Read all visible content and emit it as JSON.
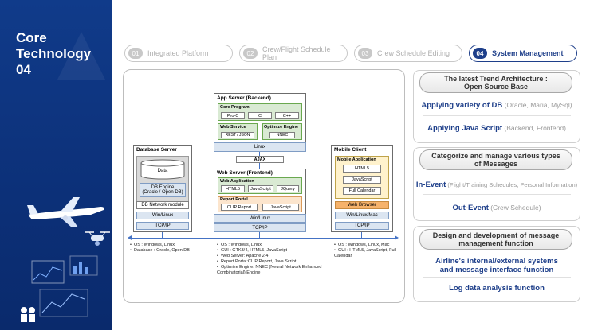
{
  "left": {
    "title": "Core\nTechnology 04"
  },
  "tabs": [
    {
      "num": "01",
      "label": "Integrated Platform",
      "active": false
    },
    {
      "num": "02",
      "label": "Crew/Flight Schedule Plan",
      "active": false
    },
    {
      "num": "03",
      "label": "Crew Schedule Editing",
      "active": false
    },
    {
      "num": "04",
      "label": "System Management",
      "active": true
    }
  ],
  "diagram": {
    "app_server": {
      "title": "App Server (Backend)",
      "core_program": "Core Program",
      "core_items": [
        "Pro-C",
        "C",
        "C++"
      ],
      "web_service": "Web Service",
      "web_service_item": "REST / JSON",
      "optimize_engine": "Optimize Engine",
      "optimize_item": "NNEC",
      "os": "Linux"
    },
    "ajax": "AJAX",
    "web_server": {
      "title": "Web Server (Frontend)",
      "web_application": "Web Application",
      "web_items": [
        "HTML5",
        "JavaScript",
        "JQuery"
      ],
      "report_portal": "Report Portal",
      "report_items": [
        "CLIP Report",
        "JavaScript"
      ],
      "os": "Win/Linux",
      "net": "TCP/IP"
    },
    "db_server": {
      "title": "Database Server",
      "data": "Data",
      "engine": "DB Engine\n(Oracle / Open DB)",
      "network": "DB Network module",
      "os": "Win/Linux",
      "net": "TCP/IP"
    },
    "mobile": {
      "title": "Mobile Client",
      "app": "Mobile Application",
      "items": [
        "HTML5",
        "JavaScript",
        "Full Calendar"
      ],
      "browser": "Web Browser",
      "os": "Win/Linux/Mac",
      "net": "TCP/IP"
    },
    "notes_db": [
      "OS : Windows, Linux",
      "Database : Oracle, Open DB"
    ],
    "notes_web": [
      "OS : Windows, Linux",
      "GUI : GTK3/4, HTML5, JavaScript",
      "Web Server: Apache 2.4",
      "Report Portal:CLIP Report, Java Script",
      "Optimize Engine: NNEC (Neural Network Enhanced Combinatorial) Engine"
    ],
    "notes_mobile": [
      "OS : Windows, Linux, Mac",
      "GUI : HTML5, JavaScript, Full Calendar"
    ]
  },
  "right": {
    "sec1": {
      "pill": "The latest Trend Architecture :\nOpen Source Base",
      "item1_main": "Applying variety of DB",
      "item1_sub": " (Oracle, Maria, MySql)",
      "item2_main": "Applying Java Script",
      "item2_sub": " (Backend, Frontend)"
    },
    "sec2": {
      "pill": "Categorize and manage various types\nof Messages",
      "item1_main": "In-Event",
      "item1_sub": " (Flight/Training Schedules, Personal Information)",
      "item2_main": "Out-Event",
      "item2_sub": " (Crew Schedule)"
    },
    "sec3": {
      "pill": "Design and development of message\nmanagement function",
      "item1": "Airline's internal/external systems\nand message interface function",
      "item2": "Log data analysis function"
    }
  }
}
